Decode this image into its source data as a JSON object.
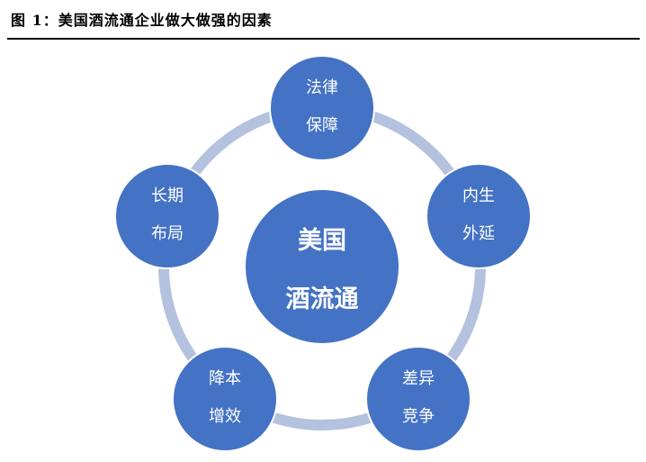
{
  "figure_title": "图 1：美国酒流通企业做大做强的因素",
  "center": {
    "line1": "美国",
    "line2": "酒流通"
  },
  "factors": [
    {
      "line1": "法律",
      "line2": "保障"
    },
    {
      "line1": "内生",
      "line2": "外延"
    },
    {
      "line1": "差异",
      "line2": "竞争"
    },
    {
      "line1": "降本",
      "line2": "增效"
    },
    {
      "line1": "长期",
      "line2": "布局"
    }
  ],
  "colors": {
    "node_fill": "#4472C4",
    "node_stroke": "#ffffff",
    "ring": "#B4C2E0",
    "text": "#ffffff",
    "rule": "#000000"
  }
}
